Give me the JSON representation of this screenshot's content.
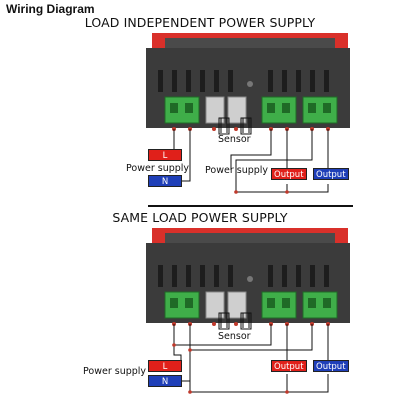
{
  "title": "Wiring Diagram",
  "sections": [
    {
      "heading": "LOAD INDEPENDENT POWER SUPPLY",
      "sensor_label": "Sensor",
      "power_supply_left": "Power supply",
      "power_supply_right": "Power supply",
      "L": "L",
      "N": "N",
      "output_1": "Output",
      "output_2": "Output"
    },
    {
      "heading": "SAME LOAD POWER SUPPLY",
      "sensor_label": "Sensor",
      "power_supply_left": "Power supply",
      "L": "L",
      "N": "N",
      "output_1": "Output",
      "output_2": "Output"
    }
  ],
  "colors": {
    "wire": "#111111",
    "terminal_green": "#3fae49",
    "device_body": "#3a3a3a",
    "device_top_red": "#d9302a",
    "live_red": "#e0201a",
    "neutral_blue": "#1f3fb8"
  }
}
